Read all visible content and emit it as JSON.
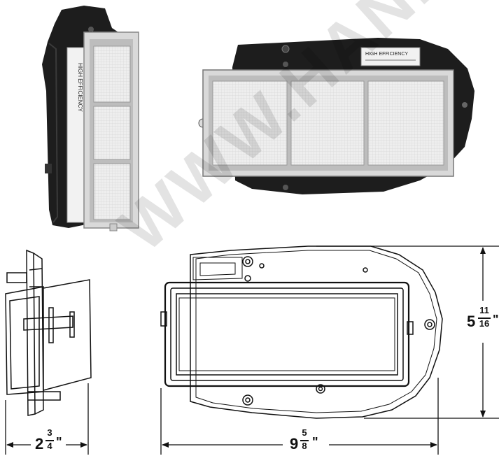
{
  "watermark": {
    "text": "WWW.HAND"
  },
  "label_text": {
    "tall_filter_side": "HIGH EFFICIENCY",
    "flat_filter_top": "HIGH EFFICIENCY"
  },
  "dimensions": {
    "depth": {
      "whole": "2",
      "num": "3",
      "den": "4",
      "unit": "\""
    },
    "width": {
      "whole": "9",
      "num": "5",
      "den": "8",
      "unit": "\""
    },
    "height": {
      "whole": "5",
      "num": "11",
      "den": "16",
      "unit": "\""
    }
  },
  "colors": {
    "housing": "#1d1d1d",
    "filter_frame": "#d9d9d9",
    "filter_media": "#ececec",
    "line": "#111111"
  }
}
